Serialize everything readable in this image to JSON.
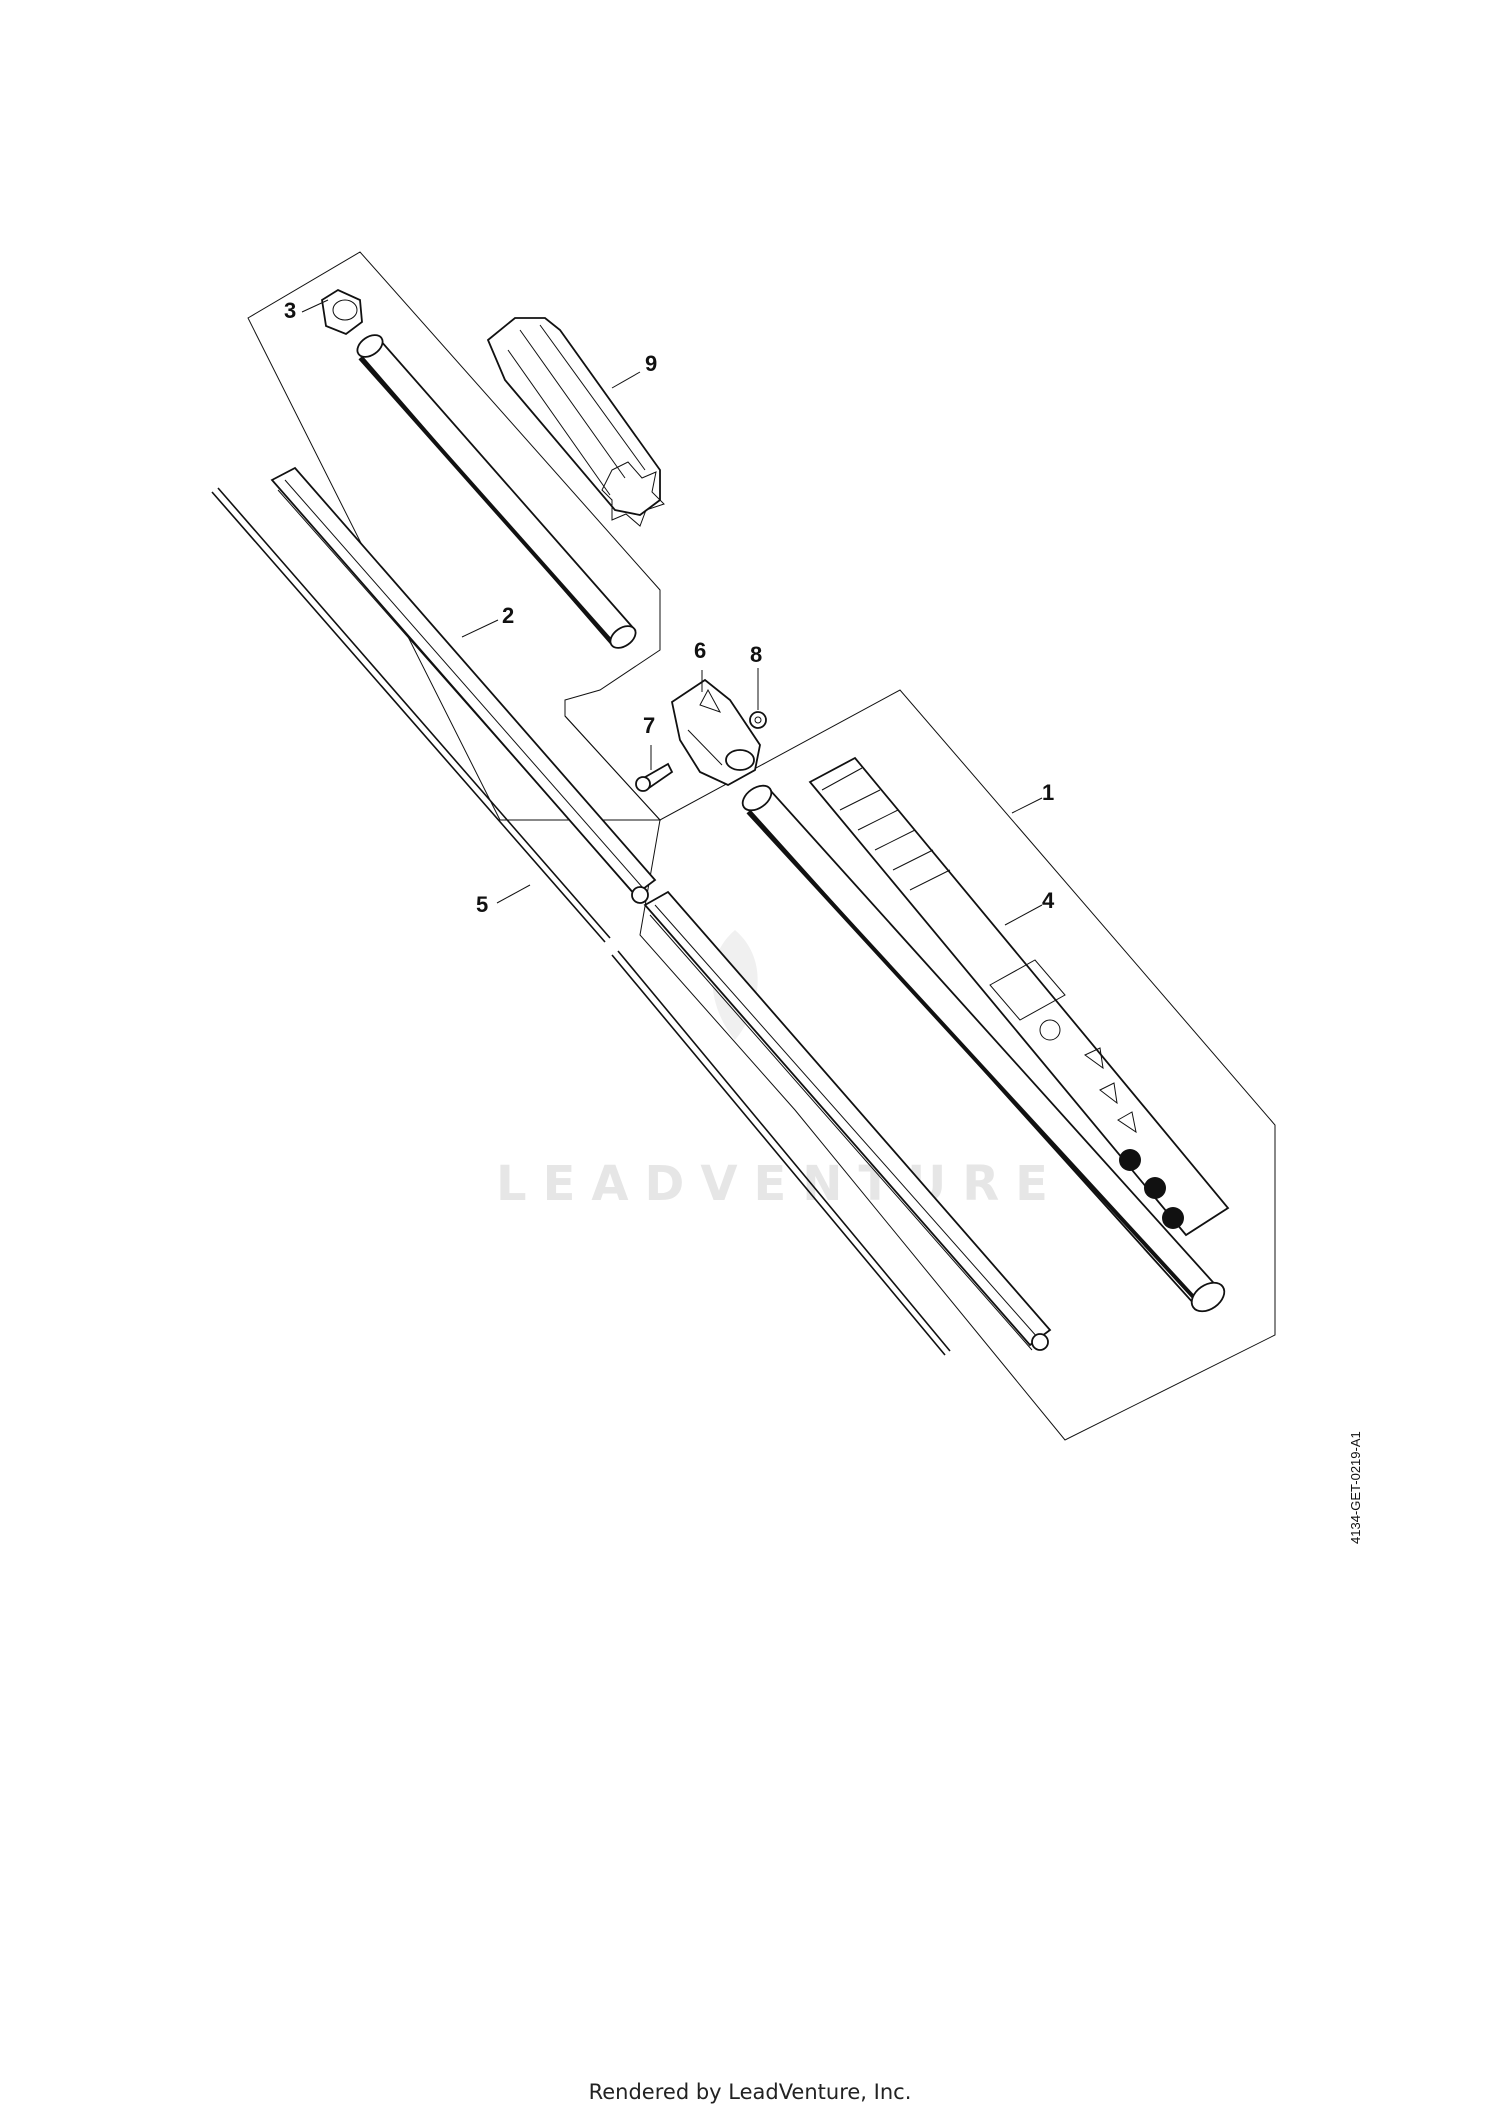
{
  "diagram": {
    "callouts": [
      "1",
      "2",
      "3",
      "4",
      "5",
      "6",
      "7",
      "8",
      "9"
    ],
    "diagram_id": "4134-GET-0219-A1",
    "watermark": "LEADVENTURE"
  },
  "footer": {
    "text": "Rendered by LeadVenture, Inc."
  }
}
